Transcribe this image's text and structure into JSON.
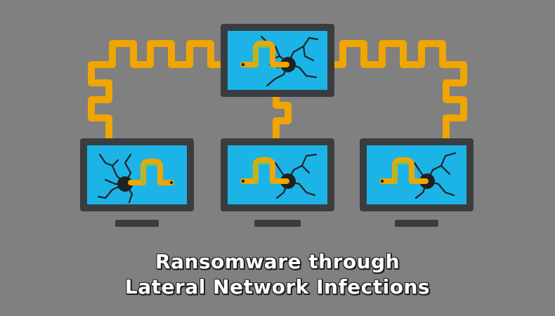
{
  "caption": {
    "line1": "Ransomware through",
    "line2": "Lateral Network Infections"
  },
  "colors": {
    "background": "#808080",
    "monitor_frame": "#3a3d40",
    "screen": "#1cb4e6",
    "cable": "#f0a500",
    "worm_body": "#f0a500",
    "crack_hole": "#1f2124",
    "crack_lines": "#1f2124",
    "caption_text": "#ffffff"
  },
  "monitors": [
    {
      "id": "monitor-top-center",
      "infected": true
    },
    {
      "id": "monitor-bottom-left",
      "infected": true
    },
    {
      "id": "monitor-bottom-center",
      "infected": true
    },
    {
      "id": "monitor-bottom-right",
      "infected": true
    }
  ],
  "icons": [
    "monitor-icon",
    "worm-icon",
    "crack-icon",
    "network-cable"
  ]
}
